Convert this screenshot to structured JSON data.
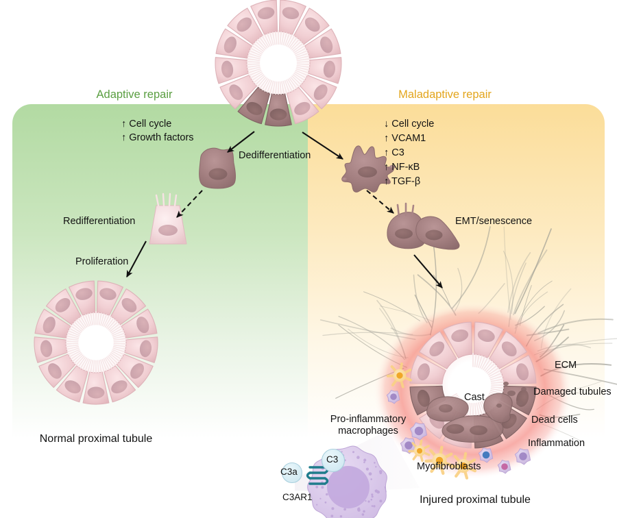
{
  "figure": {
    "title_top_tubule": "",
    "headers": {
      "adaptive": "Adaptive repair",
      "maladaptive": "Maladaptive repair",
      "adaptive_color": "#5a9e41",
      "maladaptive_color": "#e3a51c"
    },
    "panels": {
      "adaptive_bg": "#b4dba4",
      "maladaptive_bg": "#fbdf9e"
    }
  },
  "adaptive": {
    "markers": [
      "↑ Cell cycle",
      "↑ Growth factors"
    ],
    "steps": {
      "dedifferentiation": "Dedifferentiation",
      "redifferentiation": "Redifferentiation",
      "proliferation": "Proliferation"
    },
    "outcome_label": "Normal proximal tubule"
  },
  "maladaptive": {
    "markers": [
      "↓ Cell cycle",
      "↑ VCAM1",
      "↑ C3",
      "↑ NF-κB",
      "↑ TGF-β"
    ],
    "steps": {
      "emt": "EMT/senescence"
    },
    "outcome_label": "Injured proximal tubule",
    "callouts": {
      "ecm": "ECM",
      "damaged_tubules": "Damaged tubules",
      "dead_cells": "Dead cells",
      "inflammation": "Inflammation",
      "cast": "Cast",
      "macrophages_line1": "Pro-inflammatory",
      "macrophages_line2": "macrophages",
      "myofibroblasts": "Myofibroblasts"
    }
  },
  "inset": {
    "ligand": "C3a",
    "receptor": "C3AR1",
    "complement": "C3"
  },
  "colors": {
    "cell_fill_light": "#f0cdd0",
    "cell_fill_dark": "#a07b7c",
    "nucleus": "#c49aa0",
    "nucleus_dark": "#8a6666",
    "macrophage": "#cdbbe0",
    "macrophage_core": "#9a7fc0",
    "myofibroblast": "#fbd88f",
    "myofibroblast_core": "#f0a728",
    "inflammation_glow": "#f4776e",
    "ecm_fiber": "#9b9b92",
    "receptor_teal": "#1f7c8c",
    "c3_bubble": "#d6eef5"
  },
  "icon_names": {
    "arrow_solid": "solid-arrow-icon",
    "arrow_dashed": "dashed-arrow-icon",
    "tubule_ring": "tubule-ring-icon",
    "macrophage": "macrophage-icon",
    "myofibroblast": "myofibroblast-icon",
    "receptor": "c3ar1-receptor-icon"
  }
}
